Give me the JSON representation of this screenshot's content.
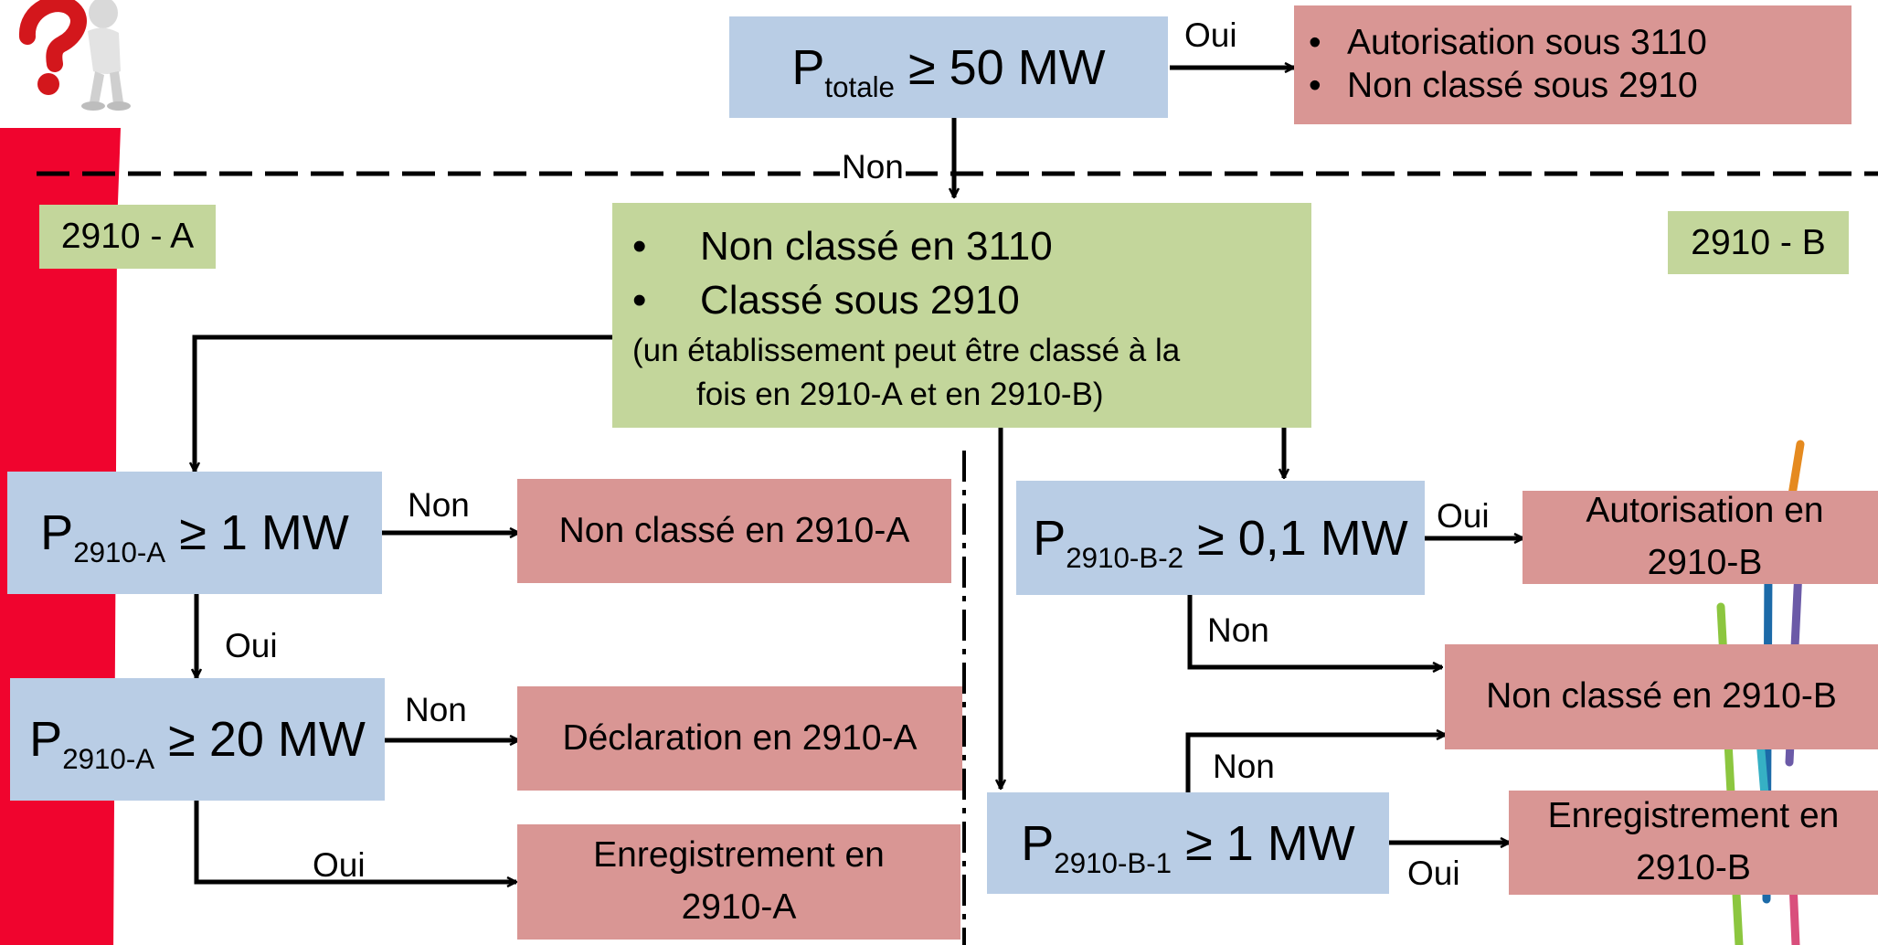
{
  "top": {
    "condition": {
      "var": "P",
      "sub": "totale",
      "rest": " ≥ 50 MW"
    },
    "yes_label": "Oui",
    "no_label": "Non",
    "result": [
      "Autorisation sous 3110",
      "Non classé sous 2910"
    ]
  },
  "middle": {
    "bullets": [
      "Non classé en 3110",
      "Classé sous 2910"
    ],
    "note_line1": "(un établissement peut être classé à la",
    "note_line2": "fois en 2910-A et en 2910-B)"
  },
  "tags": {
    "left": "2910 - A",
    "right": "2910 - B"
  },
  "branch_a": {
    "cond1": {
      "var": "P",
      "sub": "2910-A",
      "rest": " ≥ 1 MW"
    },
    "cond1_no": "Non",
    "cond1_result": "Non classé en 2910-A",
    "cond1_yes": "Oui",
    "cond2": {
      "var": "P",
      "sub": "2910-A",
      "rest": " ≥ 20 MW"
    },
    "cond2_no": "Non",
    "cond2_result": "Déclaration en 2910-A",
    "cond2_yes": "Oui",
    "cond2_yes_result": [
      "Enregistrement en",
      "2910-A"
    ]
  },
  "branch_b": {
    "cond1": {
      "var": "P",
      "sub": "2910-B-2",
      "rest": " ≥ 0,1 MW"
    },
    "cond1_yes": "Oui",
    "cond1_yes_result": [
      "Autorisation en",
      "2910-B"
    ],
    "cond1_no": "Non",
    "shared_result": "Non classé en 2910-B",
    "cond2_no": "Non",
    "cond2": {
      "var": "P",
      "sub": "2910-B-1",
      "rest": " ≥ 1 MW"
    },
    "cond2_yes": "Oui",
    "cond2_yes_result": [
      "Enregistrement en",
      "2910-B"
    ]
  },
  "colors": {
    "condition_fill": "#b9cde5",
    "result_fill": "#d99694",
    "info_fill": "#c3d69b",
    "side_band": "#f0042e",
    "decor_lines": [
      "#e58a1f",
      "#3a4f9e",
      "#1c6aa8",
      "#8cc63f",
      "#6b5aa7",
      "#36b0c4",
      "#d94f7c"
    ]
  },
  "icons": {
    "corner": "question-figure-icon"
  }
}
